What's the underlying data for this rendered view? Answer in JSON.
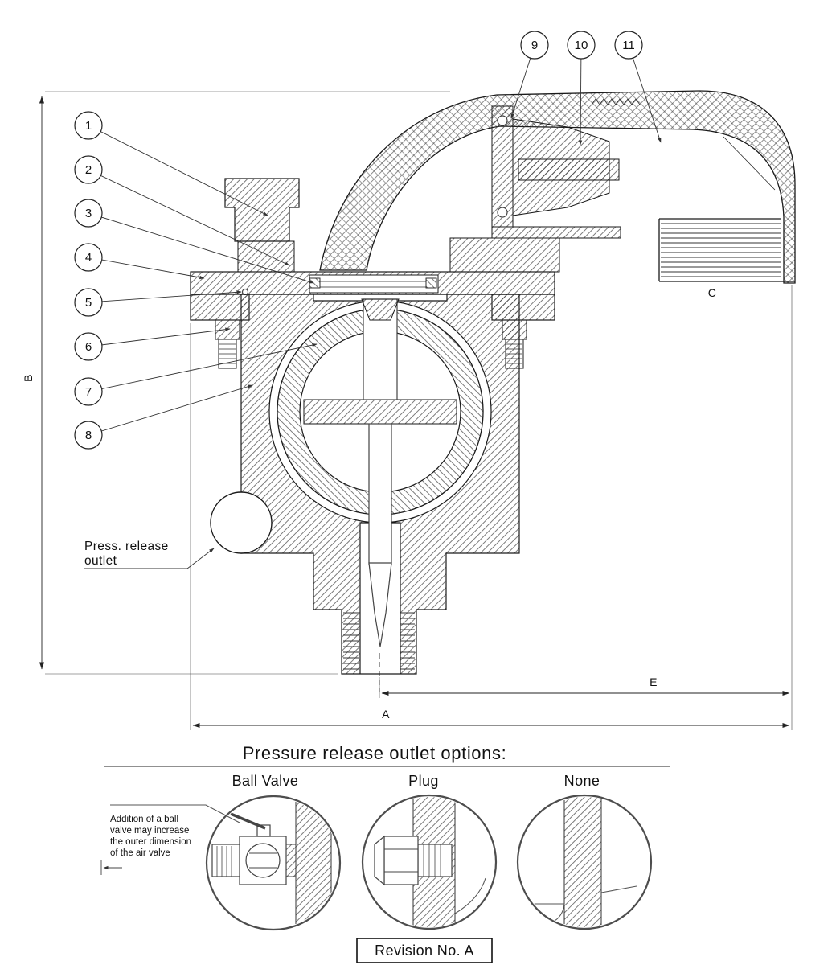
{
  "drawing": {
    "callouts": [
      {
        "label": "1"
      },
      {
        "label": "2"
      },
      {
        "label": "3"
      },
      {
        "label": "4"
      },
      {
        "label": "5"
      },
      {
        "label": "6"
      },
      {
        "label": "7"
      },
      {
        "label": "8"
      },
      {
        "label": "9"
      },
      {
        "label": "10"
      },
      {
        "label": "11"
      }
    ],
    "dimension_labels": {
      "A": "A",
      "B": "B",
      "C": "C",
      "E": "E"
    },
    "press_release_line1": "Press. release",
    "press_release_line2": "outlet"
  },
  "options_section": {
    "title": "Pressure release outlet options:",
    "options": [
      {
        "label": "Ball Valve"
      },
      {
        "label": "Plug"
      },
      {
        "label": "None"
      }
    ],
    "note_lines": [
      "Addition of a ball",
      "valve may increase",
      "the outer dimension",
      "of the air valve"
    ]
  },
  "revision_label": "Revision No. A"
}
